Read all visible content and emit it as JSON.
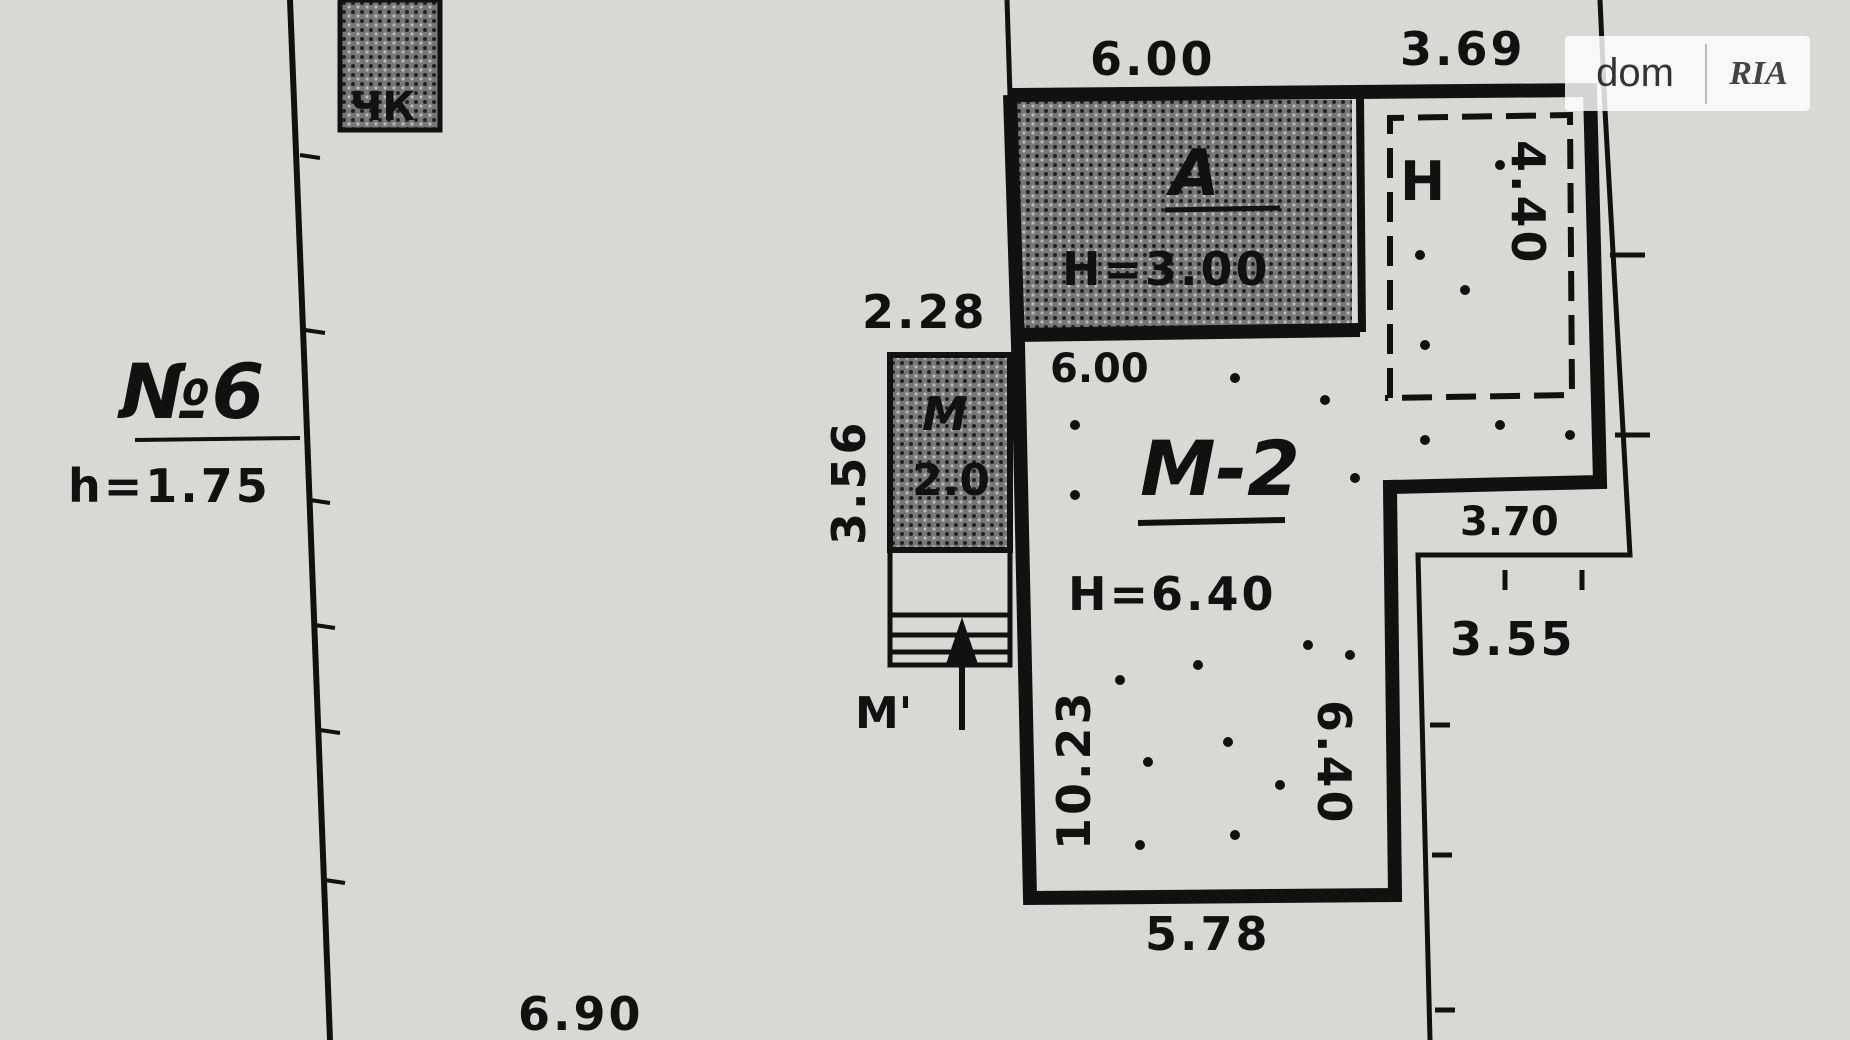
{
  "watermark": {
    "left": "dom",
    "right": "RIA"
  },
  "plot_left": {
    "number": "№6",
    "height": "h=1.75"
  },
  "top_block": {
    "label": "ЧК"
  },
  "rooms": {
    "A": {
      "letter": "А",
      "height": "Н=3.00"
    },
    "H": {
      "letter": "Н"
    },
    "M2": {
      "letter": "М-2",
      "height": "Н=6.40"
    },
    "M": {
      "letter": "М",
      "sub": "2.0"
    },
    "entrance": {
      "letter": "М'"
    }
  },
  "dimensions": {
    "top_6_00": "6.00",
    "top_3_69": "3.69",
    "d_2_28": "2.28",
    "d_3_56": "3.56",
    "inner_6_00": "6.00",
    "d_4_40": "4.40",
    "d_3_70": "3.70",
    "d_3_55": "3.55",
    "d_10_23": "10.23",
    "d_6_40": "6.40",
    "d_5_78": "5.78",
    "bottom_6_90": "6.90"
  },
  "colors": {
    "ink": "#111111",
    "paper": "#d8d8d6",
    "hatch": "#555555"
  }
}
